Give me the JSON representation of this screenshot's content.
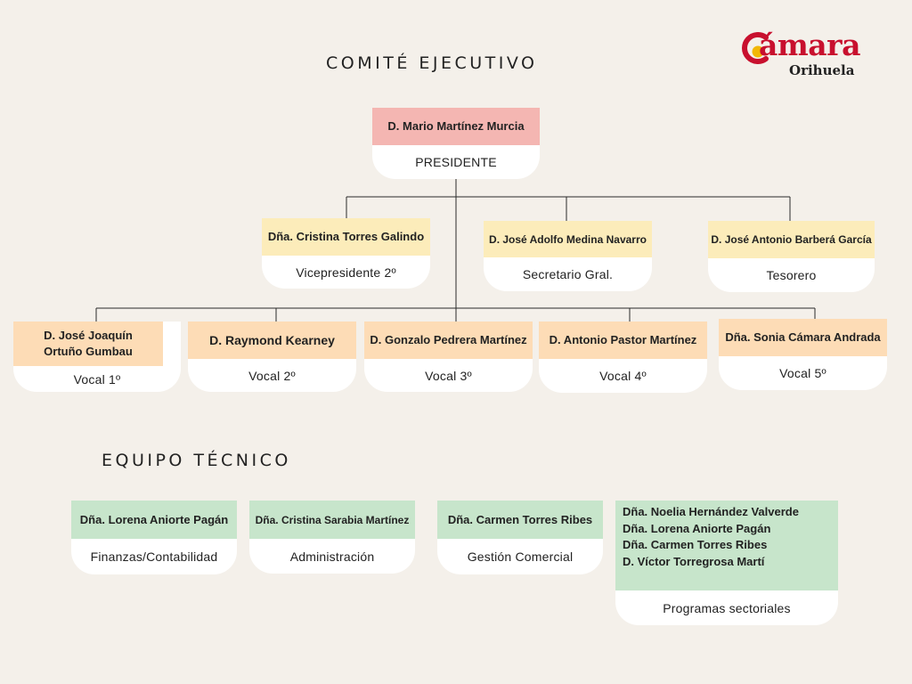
{
  "titles": {
    "executive": "COMITÉ EJECUTIVO",
    "technical": "EQUIPO TÉCNICO"
  },
  "logo": {
    "word": "ámara",
    "sub": "Orihuela",
    "colors": {
      "red": "#c8102e",
      "yellow": "#f2b705"
    }
  },
  "executive": {
    "president": {
      "name": "D. Mario Martínez Murcia",
      "role": "PRESIDENTE"
    },
    "officers": [
      {
        "name": "Dña. Cristina Torres Galindo",
        "role": "Vicepresidente 2º"
      },
      {
        "name": "D. José Adolfo Medina Navarro",
        "role": "Secretario Gral."
      },
      {
        "name": "D. José Antonio Barberá García",
        "role": "Tesorero"
      }
    ],
    "vocals": [
      {
        "name": "D. José Joaquín\nOrtuño Gumbau",
        "role": "Vocal 1º"
      },
      {
        "name": "D. Raymond Kearney",
        "role": "Vocal 2º"
      },
      {
        "name": "D. Gonzalo Pedrera Martínez",
        "role": "Vocal 3º"
      },
      {
        "name": "D. Antonio Pastor Martínez",
        "role": "Vocal 4º"
      },
      {
        "name": "Dña. Sonia Cámara Andrada",
        "role": "Vocal 5º"
      }
    ]
  },
  "technical": [
    {
      "name": "Dña. Lorena Aniorte Pagán",
      "role": "Finanzas/Contabilidad"
    },
    {
      "name": "Dña. Cristina Sarabia Martínez",
      "role": "Administración"
    },
    {
      "name": "Dña. Carmen Torres Ribes",
      "role": "Gestión Comercial"
    },
    {
      "name": "Dña. Noelia Hernández Valverde\nDña. Lorena Aniorte Pagán\nDña. Carmen Torres Ribes\nD. Víctor Torregrosa Martí",
      "role": "Programas sectoriales"
    }
  ],
  "colors": {
    "president": "#f4b6b2",
    "officer": "#fcecba",
    "vocal": "#fddcb6",
    "technical": "#c7e5cb",
    "background": "#f4f0ea"
  }
}
